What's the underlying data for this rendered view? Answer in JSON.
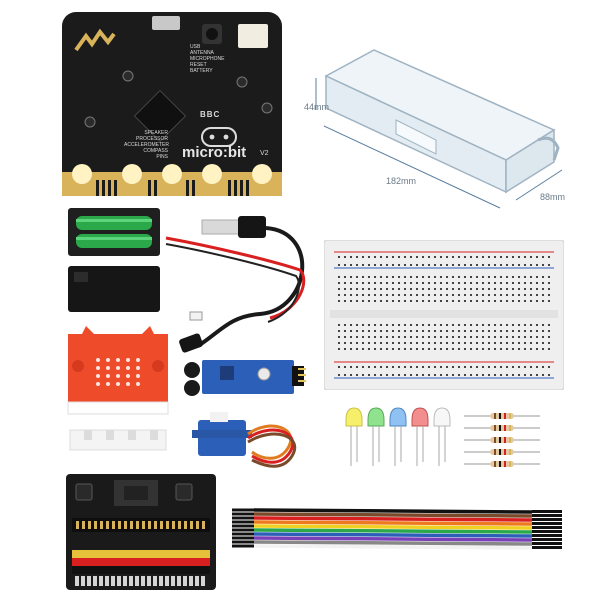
{
  "microbit": {
    "brand_logo": "BBC",
    "name": "micro:bit",
    "version": "V2",
    "silkscreen_top": [
      "USB",
      "ANTENNA",
      "MICROPHONE",
      "RESET",
      "BATTERY"
    ],
    "silkscreen_bottom": [
      "SPEAKER",
      "PROCESSOR",
      "ACCELEROMETER",
      "COMPASS",
      "PINS"
    ]
  },
  "storage_box": {
    "dim_height": "44mm",
    "dim_length": "182mm",
    "dim_width": "88mm"
  },
  "colors": {
    "pcb": "#1b1b1b",
    "gold": "#d8b35a",
    "case_red": "#ee4b2b",
    "box_clear": "#e8f0f6",
    "breadboard": "#efefef",
    "wire_red": "#d92020",
    "battery_green": "#2aa84a",
    "servo_blue": "#2c5fb8"
  },
  "icons": [
    "microbit-board",
    "usb-cable",
    "battery-holder",
    "silicone-case",
    "ir-sensor-module",
    "servo-motor",
    "breadboard",
    "led-set",
    "resistor-set",
    "edge-connector-board",
    "jumper-wires",
    "storage-box"
  ]
}
